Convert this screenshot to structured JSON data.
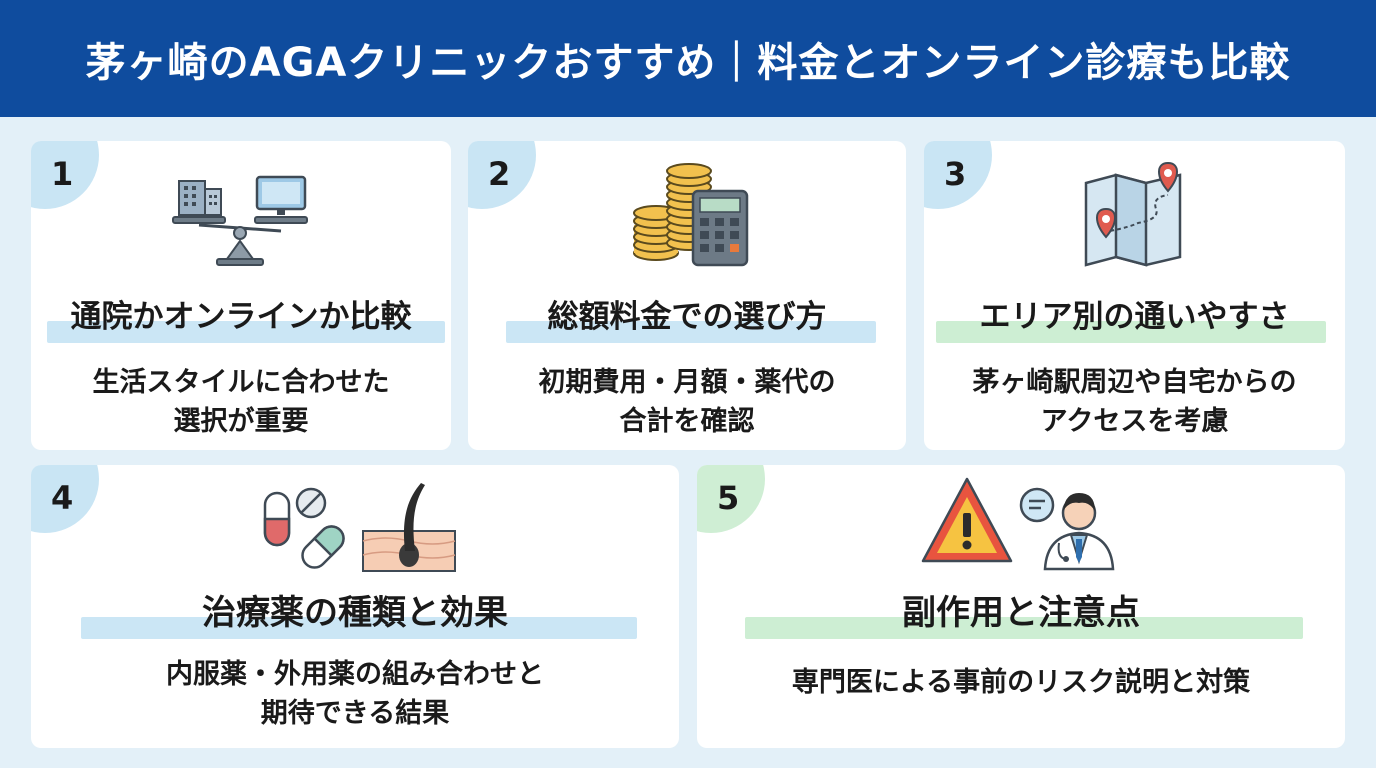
{
  "header": {
    "title": "茅ヶ崎のAGAクリニックおすすめ｜料金とオンライン診療も比較"
  },
  "cards": [
    {
      "number": "1",
      "title": "通院かオンラインか比較",
      "desc_line1": "生活スタイルに合わせた",
      "desc_line2": "選択が重要",
      "icon": "clinic-vs-online-scale-icon"
    },
    {
      "number": "2",
      "title": "総額料金での選び方",
      "desc_line1": "初期費用・月額・薬代の",
      "desc_line2": "合計を確認",
      "icon": "coins-calculator-icon"
    },
    {
      "number": "3",
      "title": "エリア別の通いやすさ",
      "desc_line1": "茅ヶ崎駅周辺や自宅からの",
      "desc_line2": "アクセスを考慮",
      "icon": "map-pin-icon"
    },
    {
      "number": "4",
      "title": "治療薬の種類と効果",
      "desc_line1": "内服薬・外用薬の組み合わせと",
      "desc_line2": "期待できる結果",
      "icon": "pills-hair-follicle-icon"
    },
    {
      "number": "5",
      "title": "副作用と注意点",
      "desc_line1": "専門医による事前のリスク説明と対策",
      "desc_line2": "",
      "icon": "warning-doctor-icon"
    }
  ],
  "colors": {
    "header_bg": "#0f4c9e",
    "page_bg": "#e3f0f8",
    "accent_blue": "#cbe6f5",
    "accent_green": "#cdeed3"
  }
}
